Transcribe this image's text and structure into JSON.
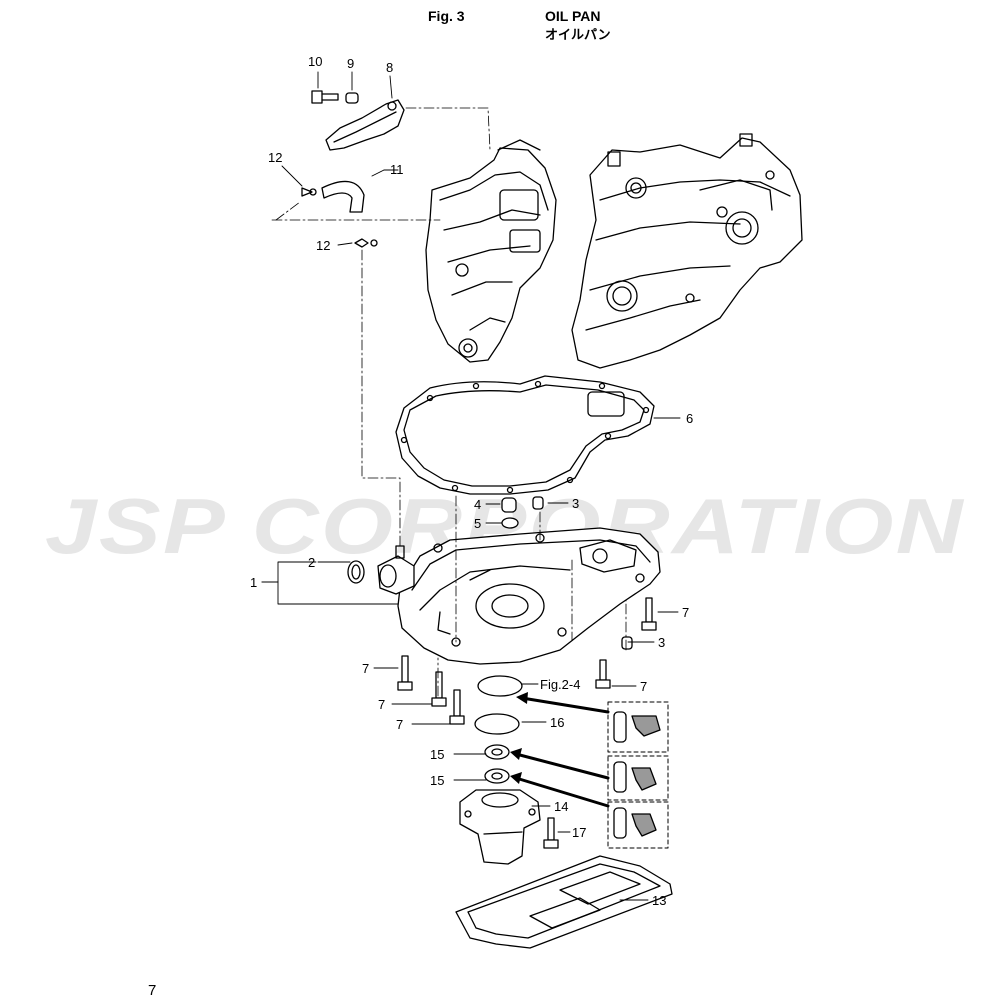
{
  "header": {
    "fig_label": "Fig. 3",
    "title_en": "OIL PAN",
    "title_jp": "オイルパン"
  },
  "watermark": {
    "text": "JSP CORPORATION"
  },
  "page_number": "7",
  "callouts": {
    "p1": "1",
    "p2": "2",
    "p3a": "3",
    "p3b": "3",
    "p4": "4",
    "p5": "5",
    "p6": "6",
    "p7a": "7",
    "p7b": "7",
    "p7c": "7",
    "p7d": "7",
    "p7e": "7",
    "p8": "8",
    "p9": "9",
    "p10": "10",
    "p11": "11",
    "p12a": "12",
    "p12b": "12",
    "p13": "13",
    "p14": "14",
    "p15a": "15",
    "p15b": "15",
    "p16": "16",
    "p17": "17",
    "fig_ref": "Fig.2-4"
  }
}
